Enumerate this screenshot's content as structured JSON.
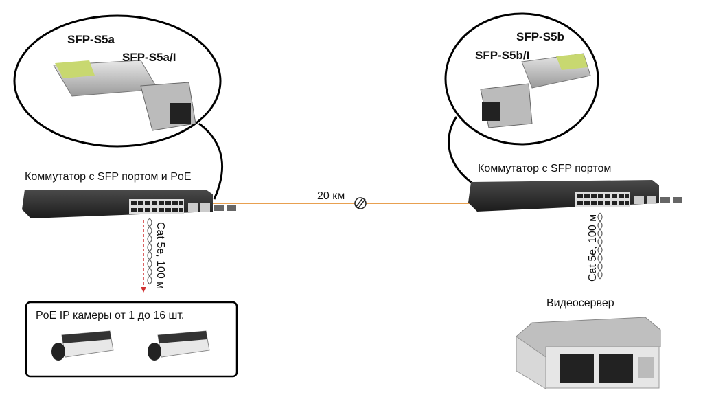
{
  "left_module": {
    "label_a": "SFP-S5a",
    "label_b": "SFP-S5a/I"
  },
  "right_module": {
    "label_a": "SFP-S5b",
    "label_b": "SFP-S5b/I"
  },
  "left_switch": {
    "label": "Коммутатор с SFP портом и PoE"
  },
  "right_switch": {
    "label": "Коммутатор с SFP портом"
  },
  "fiber": {
    "distance": "20 км",
    "color": "#e8a050"
  },
  "left_cable": {
    "label": "Cat 5e, 100 м",
    "arrow_color": "#d03030"
  },
  "right_cable": {
    "label": "Cat 5e, 100 м"
  },
  "cameras": {
    "label": "PoE IP камеры от 1 до 16 шт."
  },
  "server": {
    "label": "Видеосервер"
  }
}
